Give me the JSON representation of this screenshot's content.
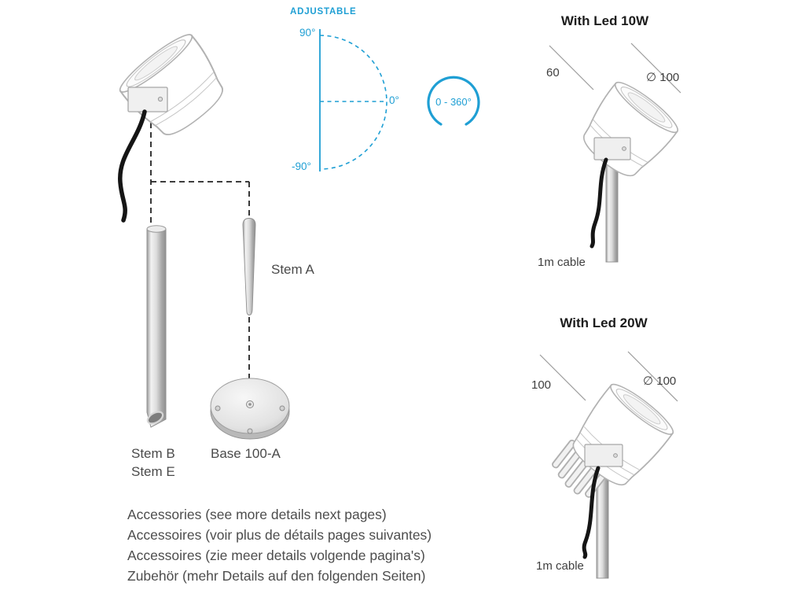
{
  "adjustable": {
    "title": "ADJUSTABLE",
    "angle_top": "90°",
    "angle_mid": "0°",
    "angle_bottom": "-90°",
    "rotation_range": "0 - 360°"
  },
  "led10w": {
    "title": "With Led 10W",
    "dim_width": "60",
    "dim_diameter": "∅ 100",
    "cable_label": "1m cable"
  },
  "led20w": {
    "title": "With Led 20W",
    "dim_width": "100",
    "dim_diameter": "∅ 100",
    "cable_label": "1m cable"
  },
  "accessories": {
    "stem_a_label": "Stem A",
    "stem_b_label": "Stem B",
    "stem_e_label": "Stem E",
    "base_label": "Base 100-A",
    "notes": [
      "Accessories (see more details next pages)",
      "Accessoires (voir plus de détails pages suivantes)",
      "Accessoires (zie meer details volgende pagina's)",
      "Zubehör (mehr Details auf den folgenden Seiten)"
    ]
  },
  "colors": {
    "accent_cyan": "#1f9fd4",
    "heading_text": "#1c1c1c",
    "body_text": "#4d4d4d",
    "line_art": "#b2b2b2"
  }
}
